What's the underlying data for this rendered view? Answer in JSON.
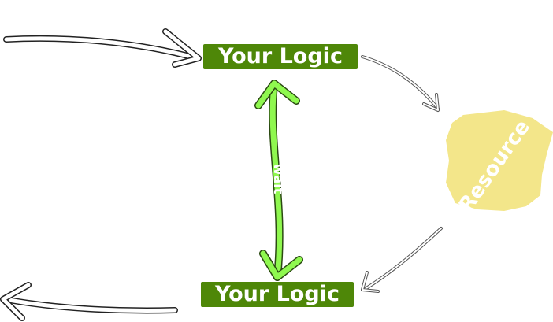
{
  "diagram": {
    "top_box": {
      "label": "Your Logic",
      "color": "#4e8708"
    },
    "bottom_box": {
      "label": "Your Logic",
      "color": "#4e8708"
    },
    "resource": {
      "label": "Resource",
      "color": "#f3e68a"
    },
    "link_label": "wait",
    "link_color": "#8ff84f"
  }
}
